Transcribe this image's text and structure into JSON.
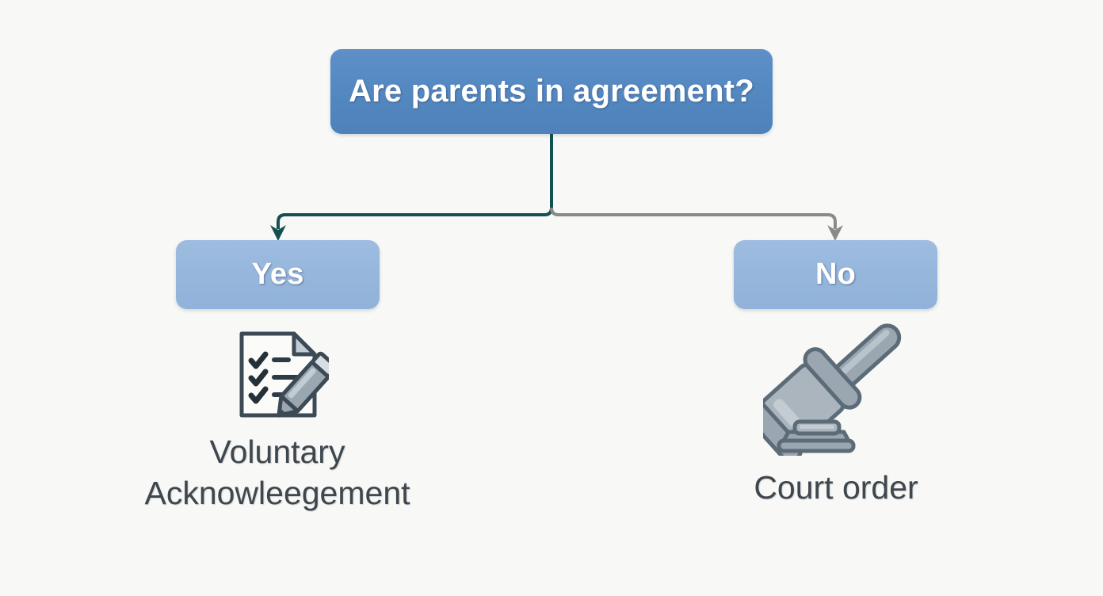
{
  "diagram": {
    "type": "flowchart",
    "orientation": "top-down",
    "background_color": "#f8f8f6",
    "root": {
      "id": "root",
      "label": "Are parents in agreement?",
      "shape": "rounded-rectangle",
      "fill_color": "#5387bf",
      "text_color": "#ffffff"
    },
    "branches": [
      {
        "id": "yes",
        "label": "Yes",
        "shape": "rounded-rectangle",
        "fill_color": "#95b5db",
        "text_color": "#ffffff",
        "edge_color": "#14504f",
        "edge_style": "elbow-arrow",
        "outcome": {
          "icon": "checklist-document-pencil-icon",
          "caption_lines": [
            "Voluntary",
            "Acknowleegement"
          ],
          "caption_color": "#3e464e"
        }
      },
      {
        "id": "no",
        "label": "No",
        "shape": "rounded-rectangle",
        "fill_color": "#95b5db",
        "text_color": "#ffffff",
        "edge_color": "#8a8a8a",
        "edge_style": "elbow-arrow",
        "outcome": {
          "icon": "gavel-icon",
          "caption_lines": [
            "Court order"
          ],
          "caption_color": "#3e464e"
        }
      }
    ]
  }
}
